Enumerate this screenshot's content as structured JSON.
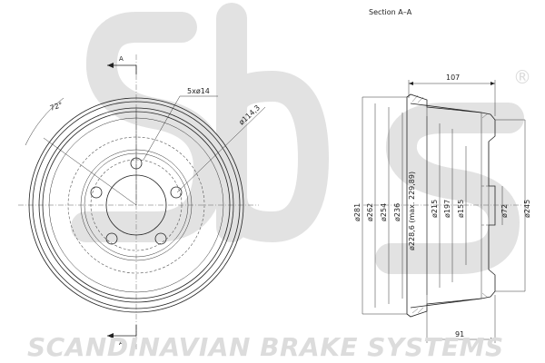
{
  "watermark": {
    "brand_text": "SCANDINAVIAN BRAKE SYSTEMS",
    "registered_mark": "®",
    "logo_letters": "sbs",
    "color": "#dcdcdc"
  },
  "front_view": {
    "section_marker_top": "A",
    "section_marker_bottom": "A",
    "bolt_angle": "72°",
    "bolt_pattern": "5xø14",
    "pitch_circle": "ø114,3"
  },
  "section_view": {
    "title": "Section  A–A",
    "width_top": "107",
    "width_bottom": "91",
    "diameters": [
      "ø281",
      "ø262",
      "ø254",
      "ø236",
      "ø228,6 (max. 229,89)",
      "ø215",
      "ø197",
      "ø155",
      "ø72",
      "ø245"
    ]
  },
  "colors": {
    "line": "#222222",
    "watermark": "#dcdcdc"
  }
}
